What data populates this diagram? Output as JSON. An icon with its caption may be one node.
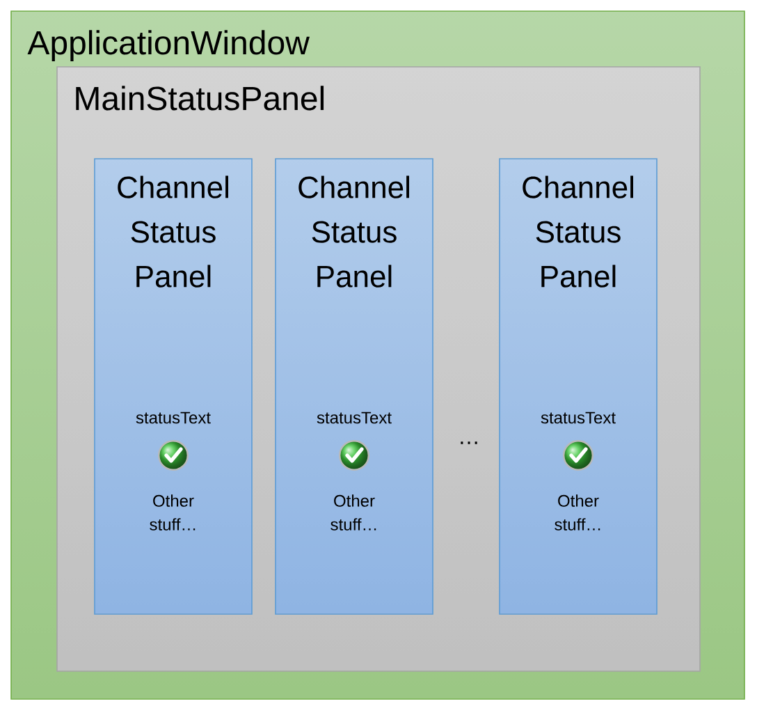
{
  "diagram": {
    "nodes": [
      {
        "text": [
          "ApplicationWindow"
        ]
      },
      {
        "text": [
          "MainStatusPanel"
        ],
        "in": 0
      },
      {
        "text": [
          "Channel Status Panel",
          "statusText",
          "Other stuff…"
        ],
        "in": 1
      },
      {
        "text": [
          "Channel Status Panel",
          "statusText",
          "Other stuff…"
        ],
        "in": 1
      },
      {
        "text": [
          "Channel Status Panel",
          "statusText",
          "Other stuff…"
        ],
        "in": 1
      }
    ],
    "labels": [
      "…"
    ]
  }
}
